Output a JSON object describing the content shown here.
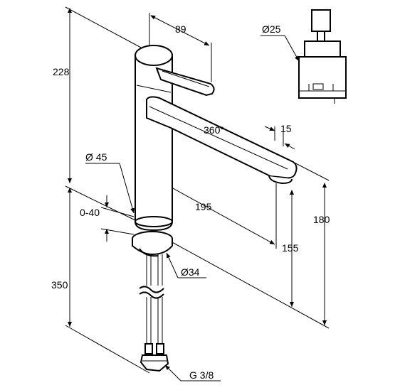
{
  "diagram": {
    "dimensions": {
      "total_height": "228",
      "lever_length": "89",
      "cartridge_diameter": "Ø25",
      "rotation": "360°",
      "spout_width": "15",
      "base_diameter": "Ø 45",
      "deck_thickness": "0-40",
      "spout_reach": "195",
      "spout_height": "180",
      "outlet_height": "155",
      "hole_diameter": "Ø34",
      "hose_length": "350",
      "connection": "G 3/8"
    }
  }
}
